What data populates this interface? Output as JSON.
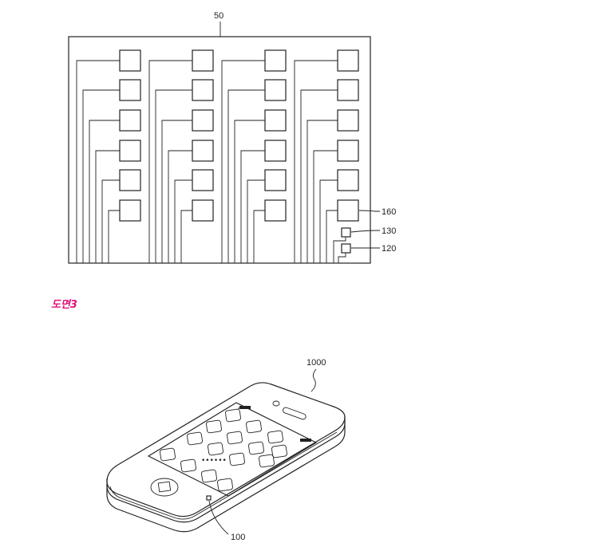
{
  "figure": {
    "caption": "도면3"
  },
  "top_diagram": {
    "ref_panel": "50",
    "ref_sensor_block": "160",
    "ref_block_130": "130",
    "ref_block_120": "120",
    "columns": [
      {
        "rows": 6
      },
      {
        "rows": 6
      },
      {
        "rows": 6
      },
      {
        "rows": 6
      }
    ]
  },
  "bottom_diagram": {
    "ref_device": "1000",
    "ref_component": "100",
    "screen_dots": "••••••"
  }
}
